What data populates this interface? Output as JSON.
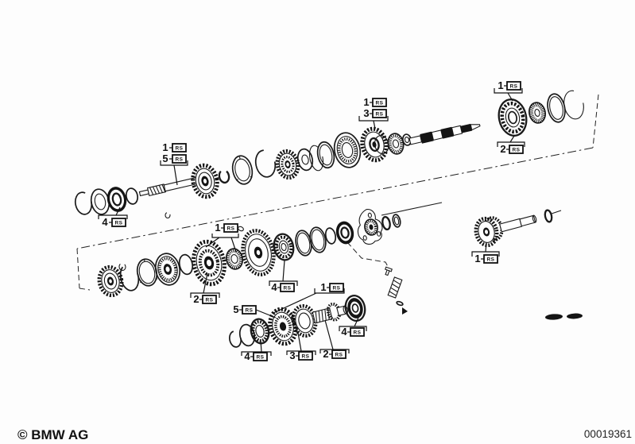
{
  "diagram": {
    "copyright": "© BMW AG",
    "drawing_number": "00019361",
    "rs_label": "RS",
    "callouts": [
      {
        "number": "1"
      },
      {
        "number": "5"
      },
      {
        "number": "4"
      },
      {
        "number": "1"
      },
      {
        "number": "3"
      },
      {
        "number": "1"
      },
      {
        "number": "2"
      },
      {
        "number": "1"
      },
      {
        "number": "2"
      },
      {
        "number": "4"
      },
      {
        "number": "5"
      },
      {
        "number": "1"
      },
      {
        "number": "4"
      },
      {
        "number": "4"
      },
      {
        "number": "3"
      },
      {
        "number": "2"
      },
      {
        "number": "1"
      }
    ]
  }
}
